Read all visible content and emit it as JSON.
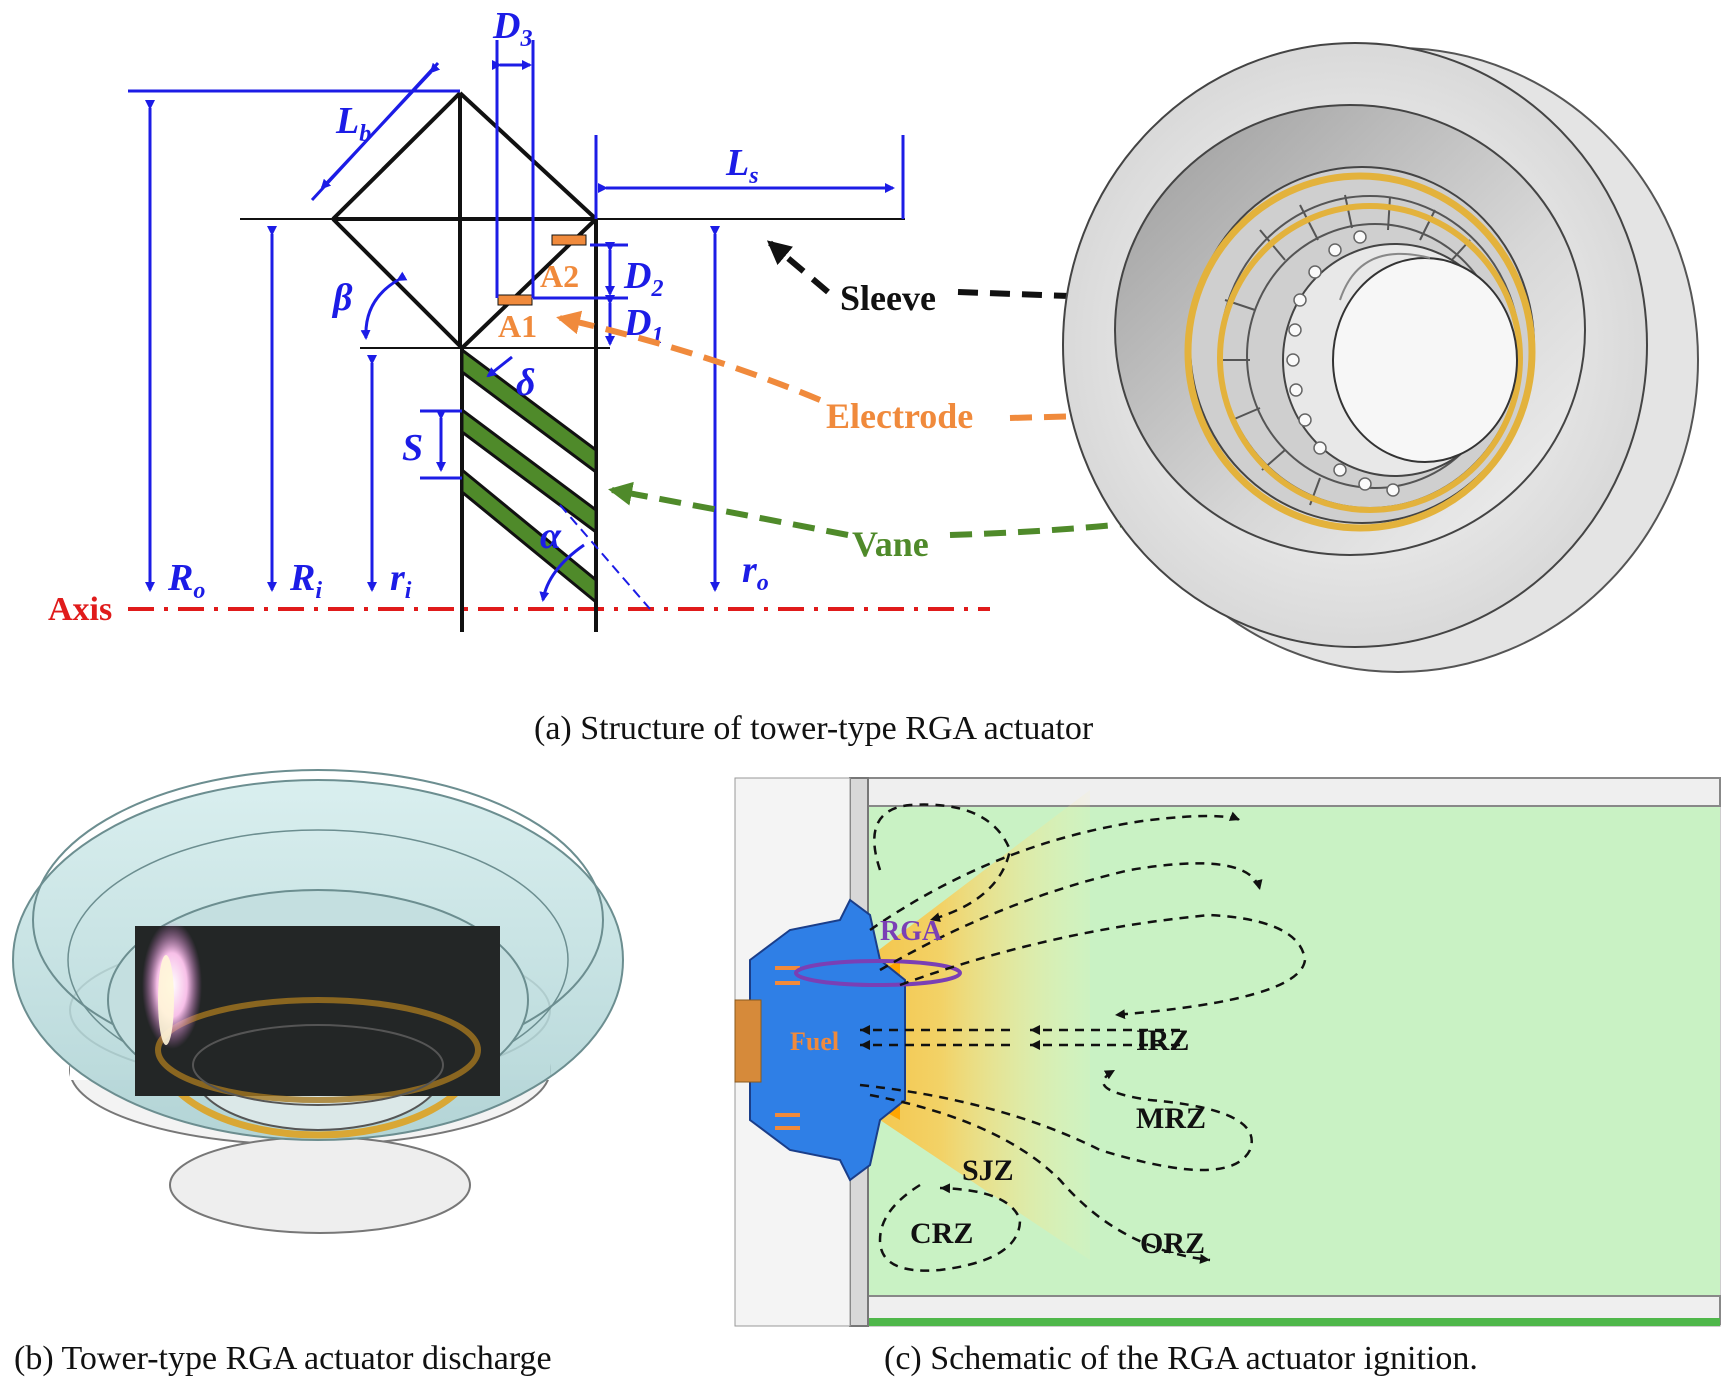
{
  "panel_a": {
    "symbols": {
      "D3": {
        "base": "D",
        "sub": "3"
      },
      "Lb": {
        "base": "L",
        "sub": "b"
      },
      "Ls": {
        "base": "L",
        "sub": "s"
      },
      "D2": {
        "base": "D",
        "sub": "2"
      },
      "D1": {
        "base": "D",
        "sub": "1"
      },
      "beta": "β",
      "delta": "δ",
      "S": "S",
      "alpha": "α",
      "Ro": {
        "base": "R",
        "sub": "o"
      },
      "Ri": {
        "base": "R",
        "sub": "i"
      },
      "ri": {
        "base": "r",
        "sub": "i"
      },
      "ro": {
        "base": "r",
        "sub": "o"
      }
    },
    "electrode_labels": {
      "a2": "A2",
      "a1": "A1"
    },
    "axis_label": "Axis",
    "callouts": {
      "sleeve": "Sleeve",
      "electrode": "Electrode",
      "vane": "Vane"
    },
    "caption": "(a) Structure of tower-type RGA actuator"
  },
  "panel_b": {
    "caption": "(b) Tower-type RGA actuator discharge"
  },
  "panel_c": {
    "labels": {
      "rga": "RGA",
      "fuel": "Fuel",
      "irz": "IRZ",
      "mrz": "MRZ",
      "sjz": "SJZ",
      "crz": "CRZ",
      "orz": "ORZ"
    },
    "caption": "(c) Schematic of the RGA actuator ignition."
  },
  "colors": {
    "dimension_blue": "#1c1ce6",
    "axis_red": "#e01b1b",
    "electrode_orange": "#f08a3c",
    "vane_green": "#4f8a2a",
    "gold_ring": "#e3b23c",
    "flow_green": "#c9f2c4",
    "flame_orange": "#ffb000",
    "actuator_blue": "#2f7fe6",
    "rga_purple": "#7a3fb5"
  }
}
